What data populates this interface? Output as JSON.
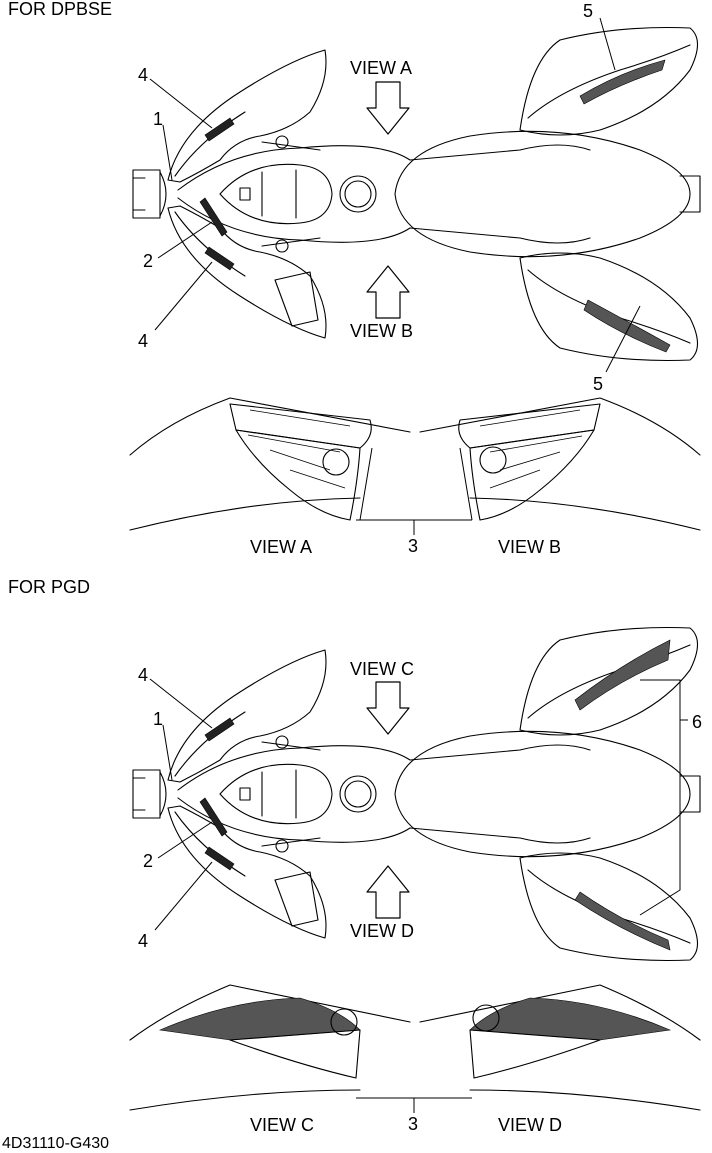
{
  "sections": [
    {
      "header": "FOR DPBSE",
      "views": [
        "VIEW A",
        "VIEW B"
      ],
      "callouts": [
        "1",
        "2",
        "3",
        "4",
        "4",
        "5",
        "5"
      ]
    },
    {
      "header": "FOR PGD",
      "views": [
        "VIEW C",
        "VIEW D"
      ],
      "callouts": [
        "1",
        "2",
        "3",
        "4",
        "4",
        "6"
      ]
    }
  ],
  "figure_code": "4D31110-G430"
}
